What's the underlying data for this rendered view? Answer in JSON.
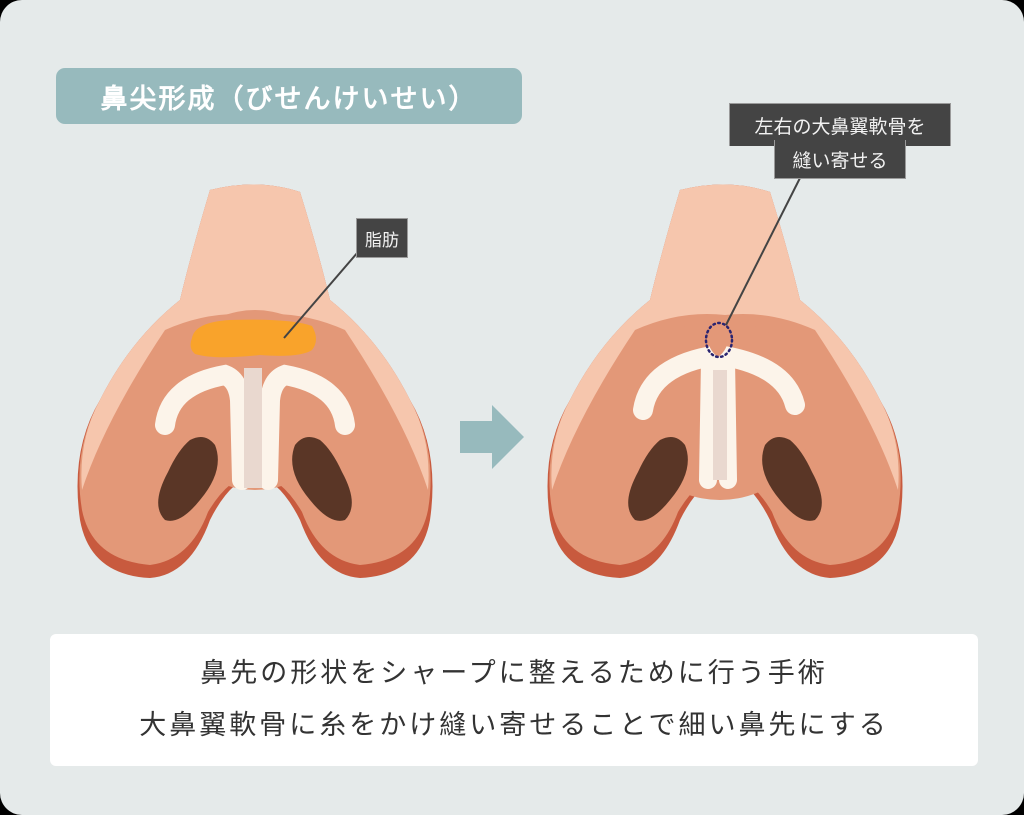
{
  "title": "鼻尖形成（びせんけいせい）",
  "labels": {
    "fat": "脂肪",
    "cartilage_line1": "左右の大鼻翼軟骨を",
    "cartilage_line2": "縫い寄せる"
  },
  "caption": {
    "line1": "鼻先の形状をシャープに整えるために行う手術",
    "line2": "大鼻翼軟骨に糸をかけ縫い寄せることで細い鼻先にする"
  },
  "colors": {
    "background": "#e5eaea",
    "accent": "#97babd",
    "skin_light": "#f6c6ad",
    "skin_mid": "#e39878",
    "skin_dark": "#c85a3e",
    "nostril": "#5a3626",
    "cartilage": "#fcf4ea",
    "fat": "#f9a32b",
    "label_bg": "#444444"
  },
  "icons": [
    "arrow-right-icon",
    "dotted-circle-icon"
  ]
}
